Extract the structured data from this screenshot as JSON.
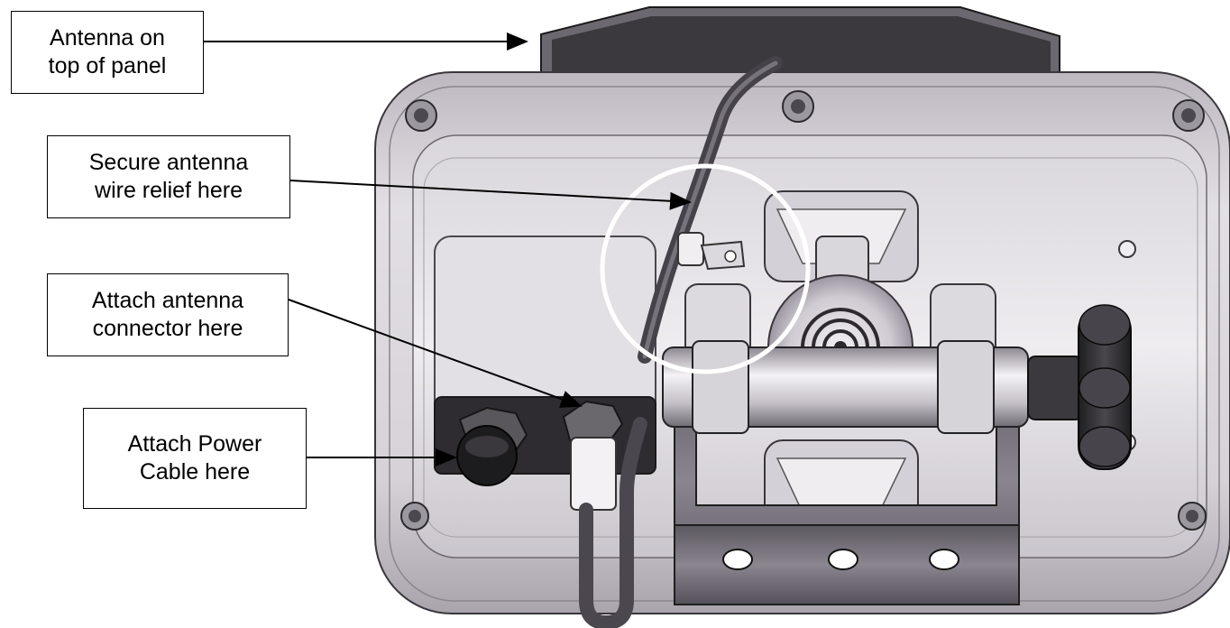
{
  "callouts": {
    "antenna_top": {
      "line1": "Antenna on",
      "line2": "top of panel"
    },
    "secure_relief": {
      "line1": "Secure antenna",
      "line2": "wire relief here"
    },
    "antenna_connector": {
      "line1": "Attach antenna",
      "line2": "connector here"
    },
    "power_cable": {
      "line1": "Attach Power",
      "line2": "Cable here"
    }
  },
  "colors": {
    "housing": "#cfcbd1",
    "housing_light": "#e4e1e6",
    "dark_part": "#2a2a2c",
    "mount": "#6e6a72",
    "highlight_circle": "#ffffff"
  }
}
